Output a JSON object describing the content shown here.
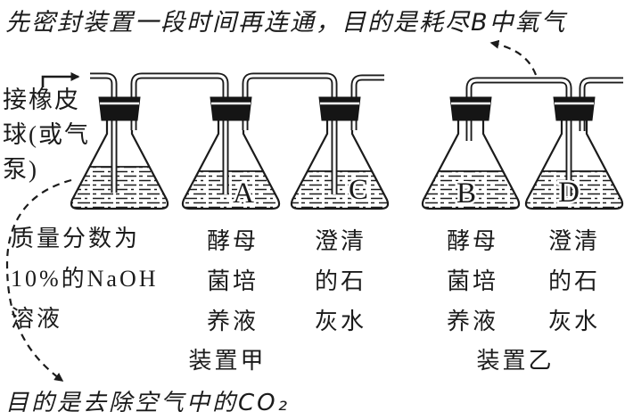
{
  "annotations": {
    "top_note": "先密封装置一段时间再连通，目的是耗尽B中氧气",
    "bottom_note": "目的是去除空气中的CO₂",
    "inlet_label_lines": [
      "接橡皮",
      "球(或气",
      "泵)"
    ]
  },
  "flasks": [
    {
      "letter": "",
      "contents_lines": [
        "质量分数为",
        "10%的NaOH",
        "溶液"
      ]
    },
    {
      "letter": "A",
      "contents_lines": [
        "酵母",
        "菌培",
        "养液"
      ]
    },
    {
      "letter": "C",
      "contents_lines": [
        "澄清",
        "的石",
        "灰水"
      ]
    },
    {
      "letter": "B",
      "contents_lines": [
        "酵母",
        "菌培",
        "养液"
      ]
    },
    {
      "letter": "D",
      "contents_lines": [
        "澄清",
        "的石",
        "灰水"
      ]
    }
  ],
  "devices": [
    {
      "label": "装置甲"
    },
    {
      "label": "装置乙"
    }
  ],
  "colors": {
    "ink": "#1b1b1b",
    "paper": "#ffffff"
  }
}
